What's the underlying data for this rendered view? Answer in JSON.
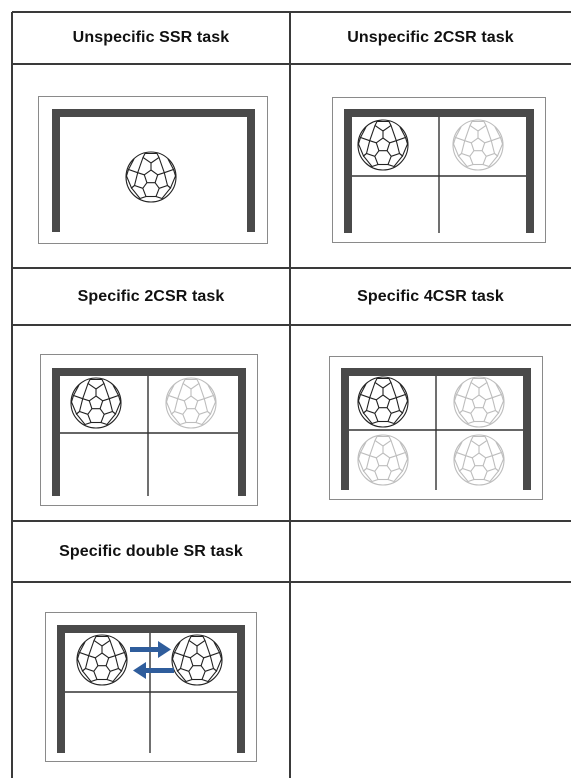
{
  "tasks": [
    {
      "label": "Unspecific SSR task",
      "goal": "plain",
      "balls": "single-center"
    },
    {
      "label": "Unspecific 2CSR task",
      "goal": "quad",
      "balls": "top-left-dark, top-right-faint"
    },
    {
      "label": "Specific 2CSR task",
      "goal": "quad",
      "balls": "top-left-dark, top-right-faint"
    },
    {
      "label": "Specific 4CSR task",
      "goal": "quad",
      "balls": "top-left-dark, others-faint"
    },
    {
      "label": "Specific double SR task",
      "goal": "quad",
      "balls": "top-left-dark, top-right-dark, arrows-between"
    }
  ],
  "colors": {
    "post": "#4a4a4a",
    "grid_line": "#333333",
    "ball_dark": "#222222",
    "ball_faint": "#bdbdbd",
    "arrow": "#2f5d9c"
  },
  "icons": [
    "soccer-ball-icon",
    "double-arrow-icon"
  ]
}
